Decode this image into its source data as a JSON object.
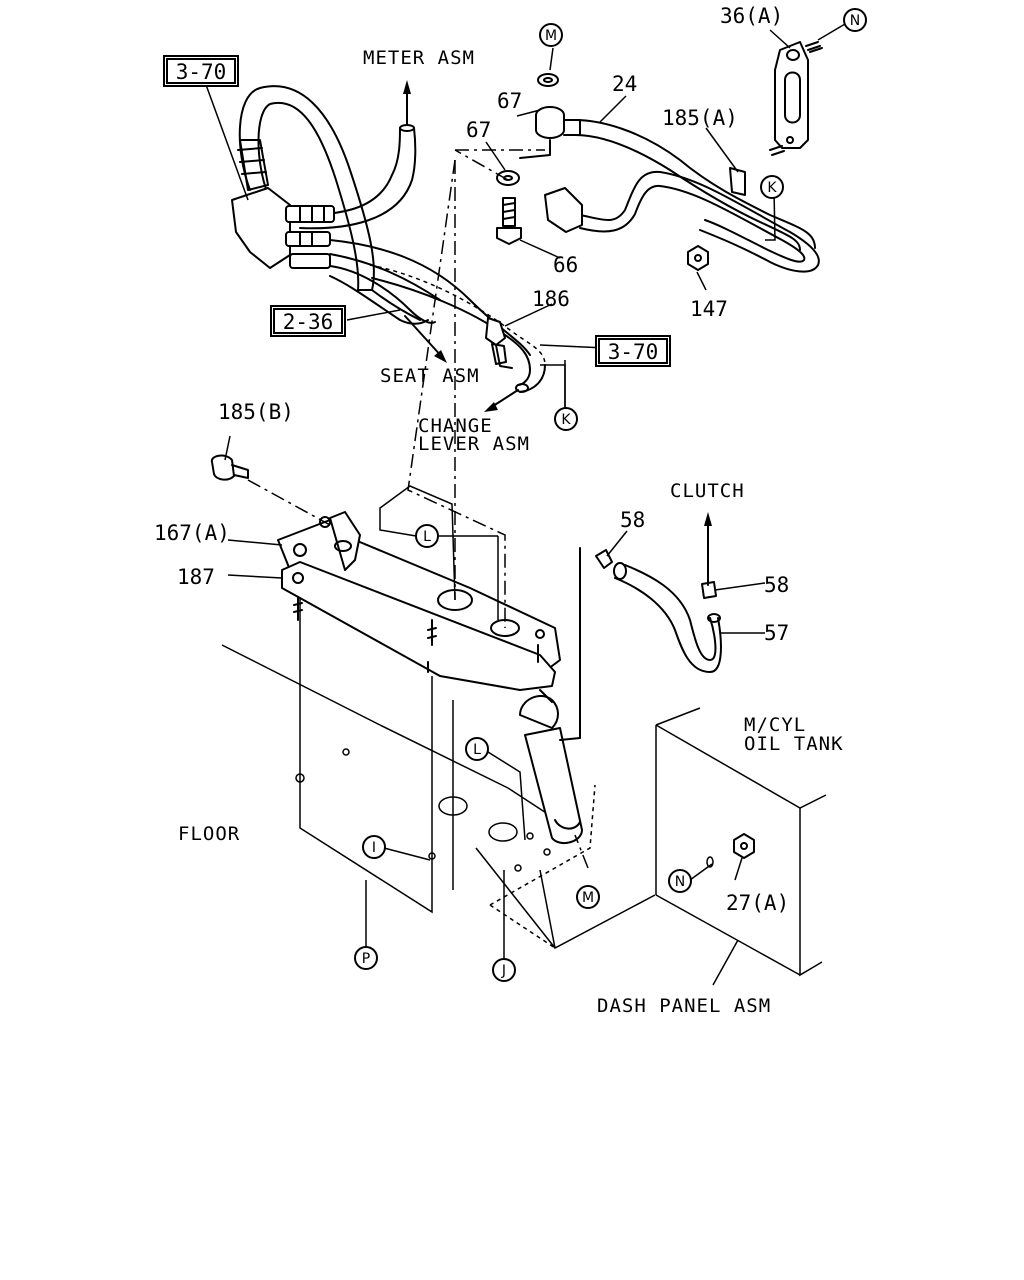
{
  "diagram": {
    "ref_boxes": {
      "top_left": "3-70",
      "left_mid": "2-36",
      "right_mid": "3-70"
    },
    "destinations": {
      "meter": "METER ASM",
      "seat": "SEAT ASM",
      "change_lever_1": "CHANGE",
      "change_lever_2": "LEVER ASM",
      "clutch": "CLUTCH",
      "mcyl_1": "M/CYL",
      "mcyl_2": "OIL TANK",
      "floor": "FLOOR",
      "dash_panel": "DASH PANEL ASM"
    },
    "part_numbers": {
      "p36a": "36(A)",
      "p24": "24",
      "p67_top": "67",
      "p67_mid": "67",
      "p185a": "185(A)",
      "p66": "66",
      "p147": "147",
      "p186": "186",
      "p185b": "185(B)",
      "p167a": "167(A)",
      "p187": "187",
      "p58_top": "58",
      "p58_right": "58",
      "p57": "57",
      "p27a": "27(A)"
    },
    "connector_markers": {
      "n_top": "N",
      "m_top": "M",
      "k_top": "K",
      "k_mid": "K",
      "l_top": "L",
      "l_mid": "L",
      "i": "I",
      "m_bottom": "M",
      "n_bottom": "N",
      "p": "P",
      "j": "J"
    }
  }
}
